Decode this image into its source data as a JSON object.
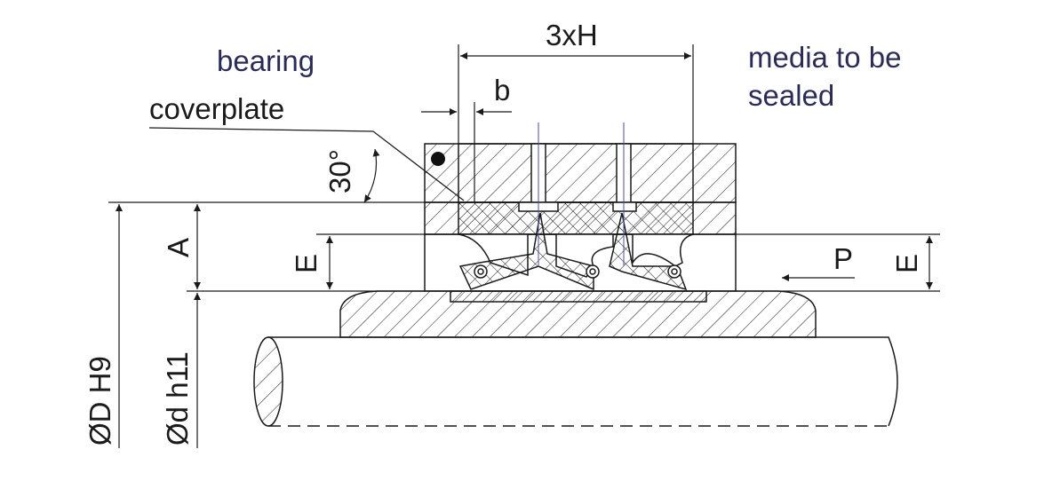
{
  "labels": {
    "bearing": "bearing",
    "coverplate": "coverplate",
    "media_line1": "media to be",
    "media_line2": "sealed",
    "spacing": "3xH",
    "width_b": "b",
    "angle": "30°",
    "dim_A": "A",
    "dim_E_left": "E",
    "dim_E_right": "E",
    "pressure": "P",
    "bore": "ØD H9",
    "shaft": "Ød h11"
  },
  "colors": {
    "line": "#1a1a1a",
    "annotation": "#2b2b5a",
    "centerline": "#4a4ab0"
  }
}
